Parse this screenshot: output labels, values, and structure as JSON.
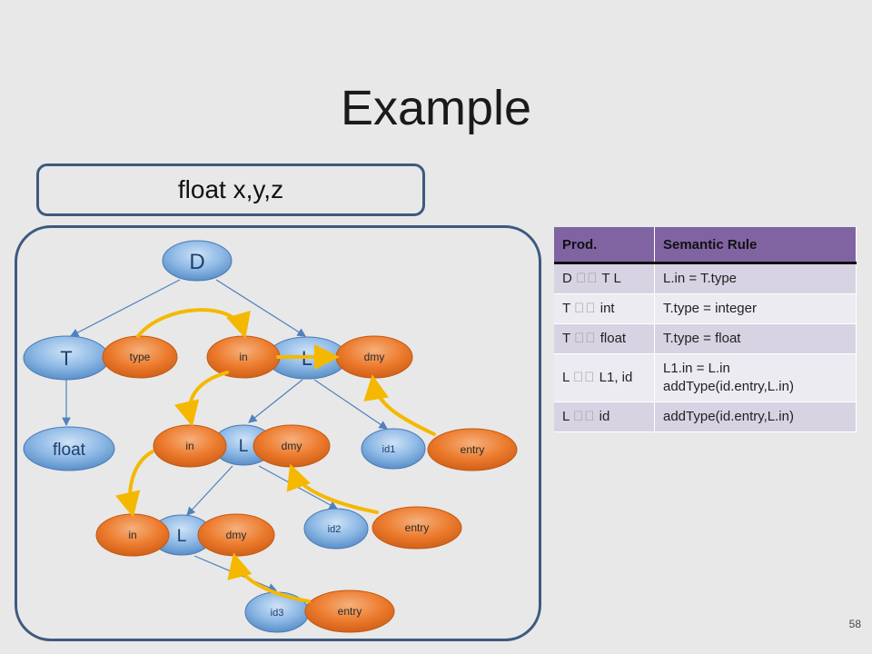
{
  "slide": {
    "title": "Example",
    "code": "float x,y,z",
    "page_number": "58"
  },
  "tree": {
    "nodes": {
      "D": "D",
      "T": "T",
      "L_top": "L",
      "float": "float",
      "L_mid": "L",
      "L_bot": "L",
      "id1": "id1",
      "id2": "id2",
      "id3": "id3"
    },
    "attributes": {
      "type": "type",
      "in_top": "in",
      "dmy_top": "dmy",
      "in_mid": "in",
      "dmy_mid": "dmy",
      "in_bot": "in",
      "dmy_bot": "dmy",
      "entry1": "entry",
      "entry2": "entry",
      "entry3": "entry"
    }
  },
  "table": {
    "headers": [
      "Prod.",
      "Semantic Rule"
    ],
    "rows": [
      {
        "lhs": "D",
        "arrow": "\u0000\u0000",
        "rhs": "T L",
        "rule": "L.in = T.type"
      },
      {
        "lhs": "T",
        "arrow": "\u0000\u0000",
        "rhs": "int",
        "rule": "T.type = integer"
      },
      {
        "lhs": "T",
        "arrow": "\u0000\u0000",
        "rhs": "float",
        "rule": "T.type = float"
      },
      {
        "lhs": "L",
        "arrow": "\u0000\u0000",
        "rhs": "L1, id",
        "rule": "L1.in = L.in addType(id.entry,L.in)"
      },
      {
        "lhs": "L",
        "arrow": "\u0000\u0000",
        "rhs": "id",
        "rule": "addType(id.entry,L.in)"
      }
    ]
  },
  "colors": {
    "node_blue": "#5a9bd5",
    "attr_orange": "#ed7d31",
    "dep_arrow": "#f5b800",
    "tree_edge": "#4f81bd",
    "header_purple": "#8064a2"
  }
}
